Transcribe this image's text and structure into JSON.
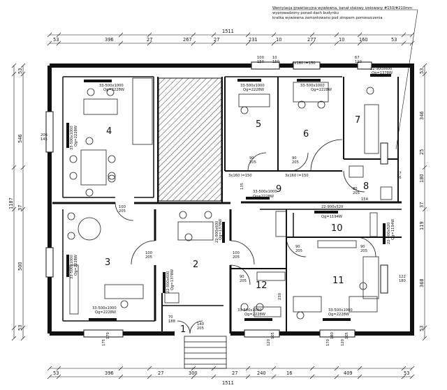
{
  "notes": [
    "Wentylacja grawitacyjna wywiewna, kanał stalowy izolowany #150/#210mm",
    "wyprowadzony ponad dach budynku",
    "kratka wywiewna zamontowano pod stropem pomieszczenia"
  ],
  "top_total": "1511",
  "top_dims": [
    "53",
    "396",
    "27",
    "267",
    "27",
    "231",
    "10",
    "277",
    "10",
    "160",
    "53"
  ],
  "bottom_total": "1511",
  "bottom_dims": [
    "53",
    "396",
    "27",
    "300",
    "27",
    "240",
    "16",
    "409",
    "53"
  ],
  "left_total": "1187",
  "left_dims": [
    "53",
    "546",
    "37",
    "500",
    "53"
  ],
  "right_dims": [
    "53",
    "346",
    "25",
    "180",
    "37",
    "119",
    "368",
    "53"
  ],
  "rooms": [
    "1",
    "2",
    "3",
    "4",
    "5",
    "6",
    "7",
    "8",
    "9",
    "10",
    "11",
    "12"
  ],
  "radiators": [
    {
      "size": "33-500x1000",
      "power": "Qg=2228W"
    },
    {
      "size": "33-500x1000",
      "power": "Qg=2228W"
    },
    {
      "size": "33-500x1000",
      "power": "Qg=2228W"
    },
    {
      "size": "33-500x1000",
      "power": "Qg=2228W"
    },
    {
      "size": "33-500x1000",
      "power": "Qg=2228W"
    },
    {
      "size": "33-500x1000",
      "power": "Qg=2228W"
    },
    {
      "size": "22-900x600",
      "power": "Qg=1378W"
    },
    {
      "size": "22-900x600",
      "power": "Qg=1378W"
    },
    {
      "size": "22-900x600",
      "power": "Qg=1378W"
    },
    {
      "size": "22-900x520",
      "power": "Qg=1194W"
    },
    {
      "size": "22-900x520",
      "power": "Qg=1194W"
    },
    {
      "size": "33-500x1000",
      "power": "Qg=2228W"
    },
    {
      "size": "33-500x1000",
      "power": "Qg=2228W"
    },
    {
      "size": "33-500x1000",
      "power": "Qg=2228W"
    }
  ],
  "openings": [
    "100\n205",
    "100\n205",
    "100\n205",
    "90\n205",
    "90\n205",
    "90\n205",
    "90\n205",
    "90\n205",
    "80\n205",
    "70\n188",
    "140\n205",
    "100\n150",
    "10\n150",
    "4x160 l=150",
    "3x160 l=150",
    "3x160 l=150",
    "206\n145",
    "122\n180",
    "37\n76",
    "67\n110",
    "135",
    "120\n105",
    "120\n105",
    "175\n179",
    "170\n180",
    "154",
    "230"
  ]
}
